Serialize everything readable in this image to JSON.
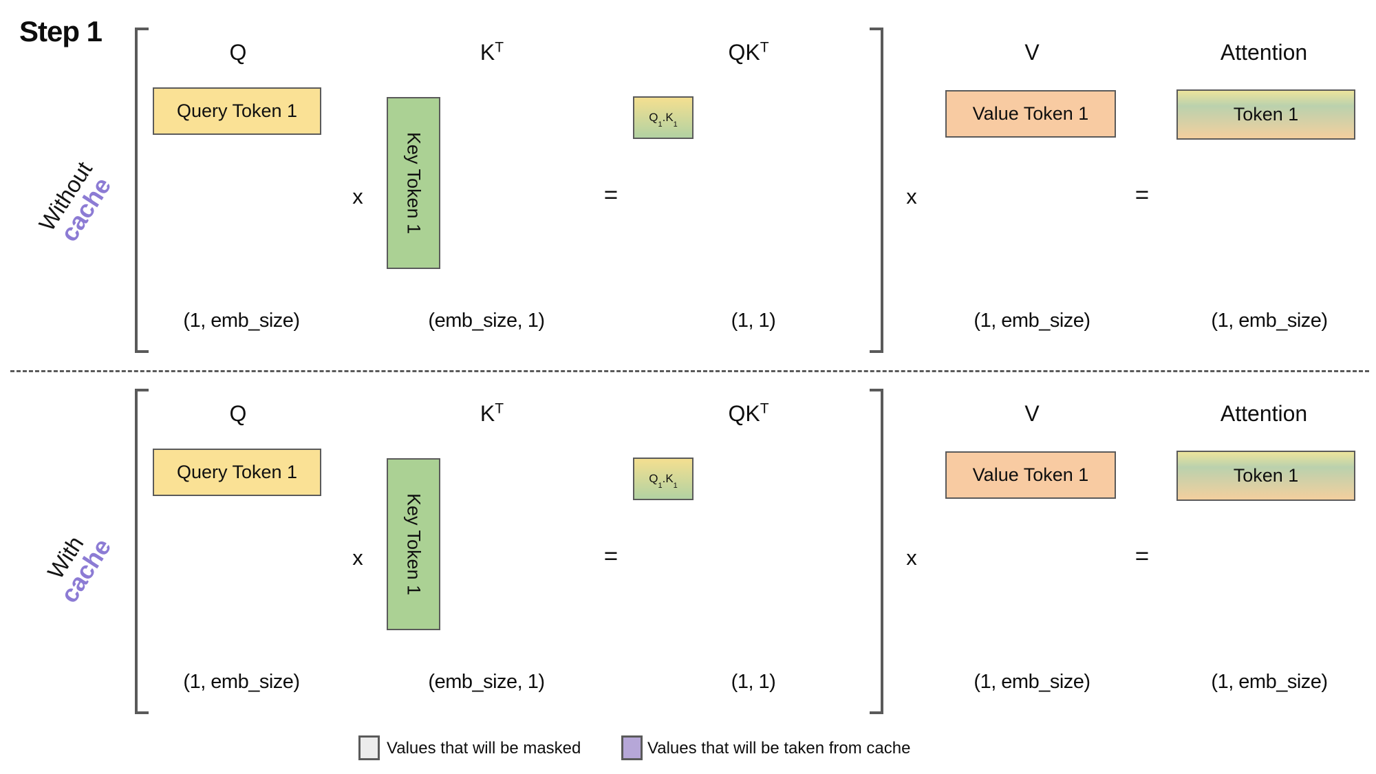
{
  "title": "Step 1",
  "colors": {
    "border": "#5a5a5a",
    "query_fill": "#fae195",
    "key_fill": "#abd194",
    "value_fill": "#f8cba2",
    "qk_top": "#f4df90",
    "qk_bottom": "#b2d2a2",
    "attn_top": "#ece49c",
    "attn_mid": "#bad1ad",
    "attn_bottom": "#f3cf9e",
    "cache_text": "#8c7bd4",
    "legend_masked_fill": "#ececec",
    "legend_cache_fill": "#b6a7d8"
  },
  "rows": [
    {
      "side_label_line1": "Without",
      "side_label_line2": "cache",
      "headers": {
        "q": "Q",
        "k_base": "K",
        "k_sup": "T",
        "qk_base": "QK",
        "qk_sup": "T",
        "v": "V",
        "attention": "Attention"
      },
      "boxes": {
        "query": "Query Token 1",
        "key": "Key Token 1",
        "qk_q": "Q",
        "qk_q_sub": "1",
        "qk_dot": ".",
        "qk_k": "K",
        "qk_k_sub": "1",
        "value": "Value Token 1",
        "attention": "Token 1"
      },
      "operators": {
        "times1": "x",
        "equals1": "=",
        "times2": "x",
        "equals2": "="
      },
      "dims": {
        "q": "(1, emb_size)",
        "k": "(emb_size, 1)",
        "qk": "(1, 1)",
        "v": "(1, emb_size)",
        "attention": "(1, emb_size)"
      }
    },
    {
      "side_label_line1": "With",
      "side_label_line2": "cache",
      "headers": {
        "q": "Q",
        "k_base": "K",
        "k_sup": "T",
        "qk_base": "QK",
        "qk_sup": "T",
        "v": "V",
        "attention": "Attention"
      },
      "boxes": {
        "query": "Query Token 1",
        "key": "Key Token 1",
        "qk_q": "Q",
        "qk_q_sub": "1",
        "qk_dot": ".",
        "qk_k": "K",
        "qk_k_sub": "1",
        "value": "Value Token 1",
        "attention": "Token 1"
      },
      "operators": {
        "times1": "x",
        "equals1": "=",
        "times2": "x",
        "equals2": "="
      },
      "dims": {
        "q": "(1, emb_size)",
        "k": "(emb_size, 1)",
        "qk": "(1, 1)",
        "v": "(1, emb_size)",
        "attention": "(1, emb_size)"
      }
    }
  ],
  "legend": {
    "masked_label": "Values that will be masked",
    "cache_label": "Values that will be taken from cache"
  }
}
